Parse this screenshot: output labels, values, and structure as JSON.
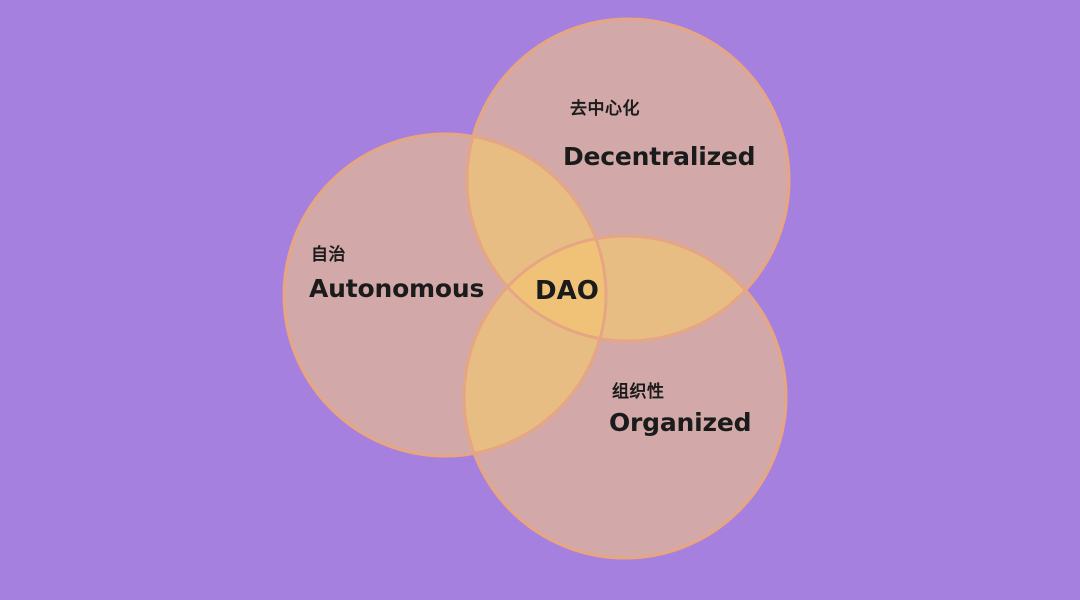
{
  "diagram": {
    "background_color": "#a680de",
    "circle_fill": "#d2a9a8",
    "circle_stroke": "#e6a583",
    "overlap_fill": "#e8bd84",
    "center_fill": "#f0c278",
    "center": {
      "label": "DAO"
    },
    "sets": {
      "decentralized": {
        "label_cn": "去中心化",
        "label_en": "Decentralized"
      },
      "autonomous": {
        "label_cn": "自治",
        "label_en": "Autonomous"
      },
      "organized": {
        "label_cn": "组织性",
        "label_en": "Organized"
      }
    }
  }
}
